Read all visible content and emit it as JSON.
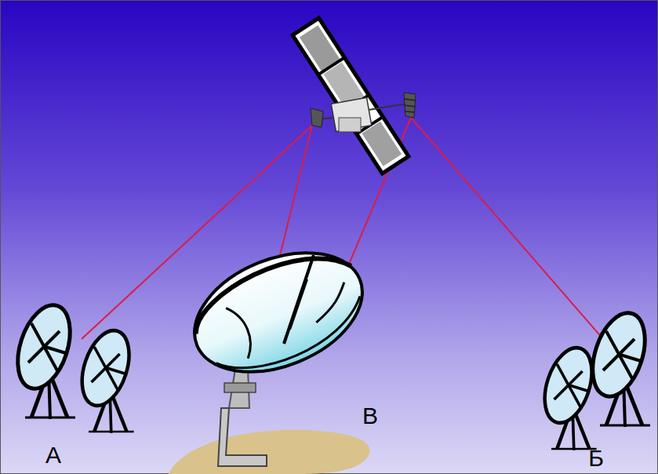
{
  "diagram": {
    "labels": [
      "А",
      "В",
      "Б"
    ]
  }
}
